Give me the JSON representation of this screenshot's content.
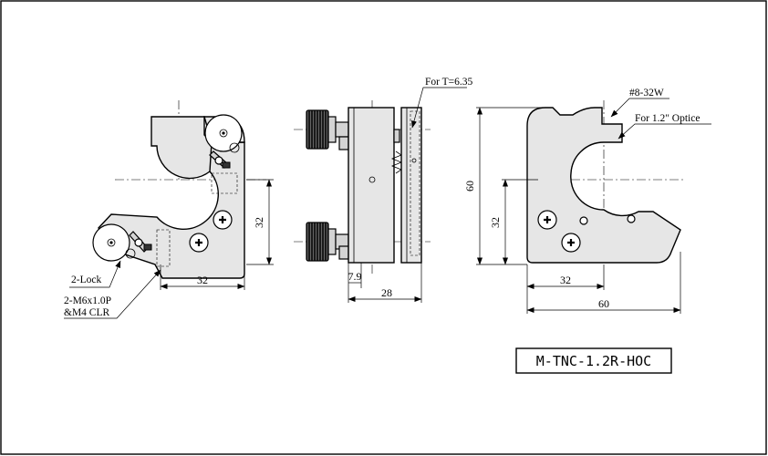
{
  "views": {
    "front": {
      "labels": {
        "lock": "2-Lock",
        "screw_line1": "2-M6x1.0P",
        "screw_line2": "&M4 CLR"
      },
      "dims": {
        "width": "32",
        "height": "32"
      }
    },
    "side": {
      "labels": {
        "thickness": "For T=6.35"
      },
      "dims": {
        "offset": "7.9",
        "depth": "28"
      }
    },
    "rear": {
      "labels": {
        "thread": "#8-32W",
        "optic": "For 1.2\" Optice"
      },
      "dims": {
        "height_outer": "60",
        "height_inner": "32",
        "width_inner": "32",
        "width_outer": "60"
      }
    }
  },
  "part_number": "M-TNC-1.2R-HOC"
}
